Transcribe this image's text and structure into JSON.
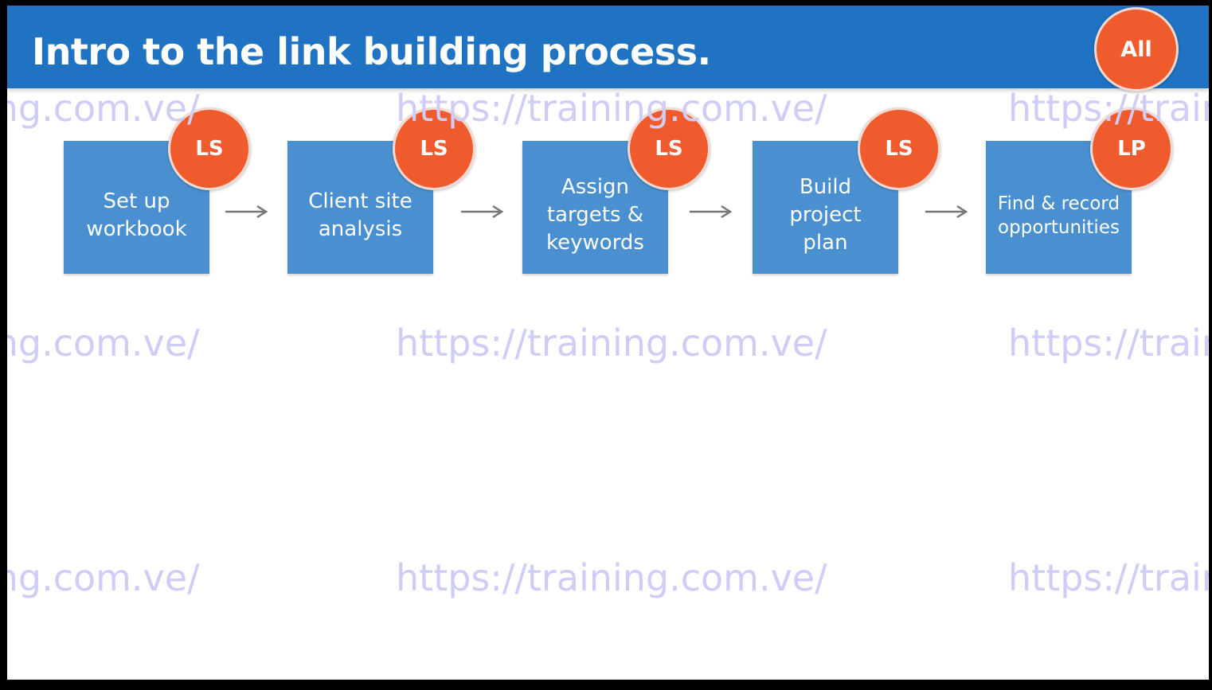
{
  "header": {
    "title": "Intro to the link building process.",
    "badge": "All"
  },
  "steps": [
    {
      "label": "Set up\nworkbook",
      "badge": "LS"
    },
    {
      "label": "Client site\nanalysis",
      "badge": "LS"
    },
    {
      "label": "Assign\ntargets &\nkeywords",
      "badge": "LS"
    },
    {
      "label": "Build\nproject\nplan",
      "badge": "LS"
    },
    {
      "label": "Find & record\nopportunities",
      "badge": "LP"
    }
  ],
  "watermark": {
    "text": "https://training.com.ve/"
  },
  "colors": {
    "header": "#1f73c2",
    "box": "#4a90d0",
    "badge": "#f05b2d",
    "watermark": "#cfcdf6"
  }
}
